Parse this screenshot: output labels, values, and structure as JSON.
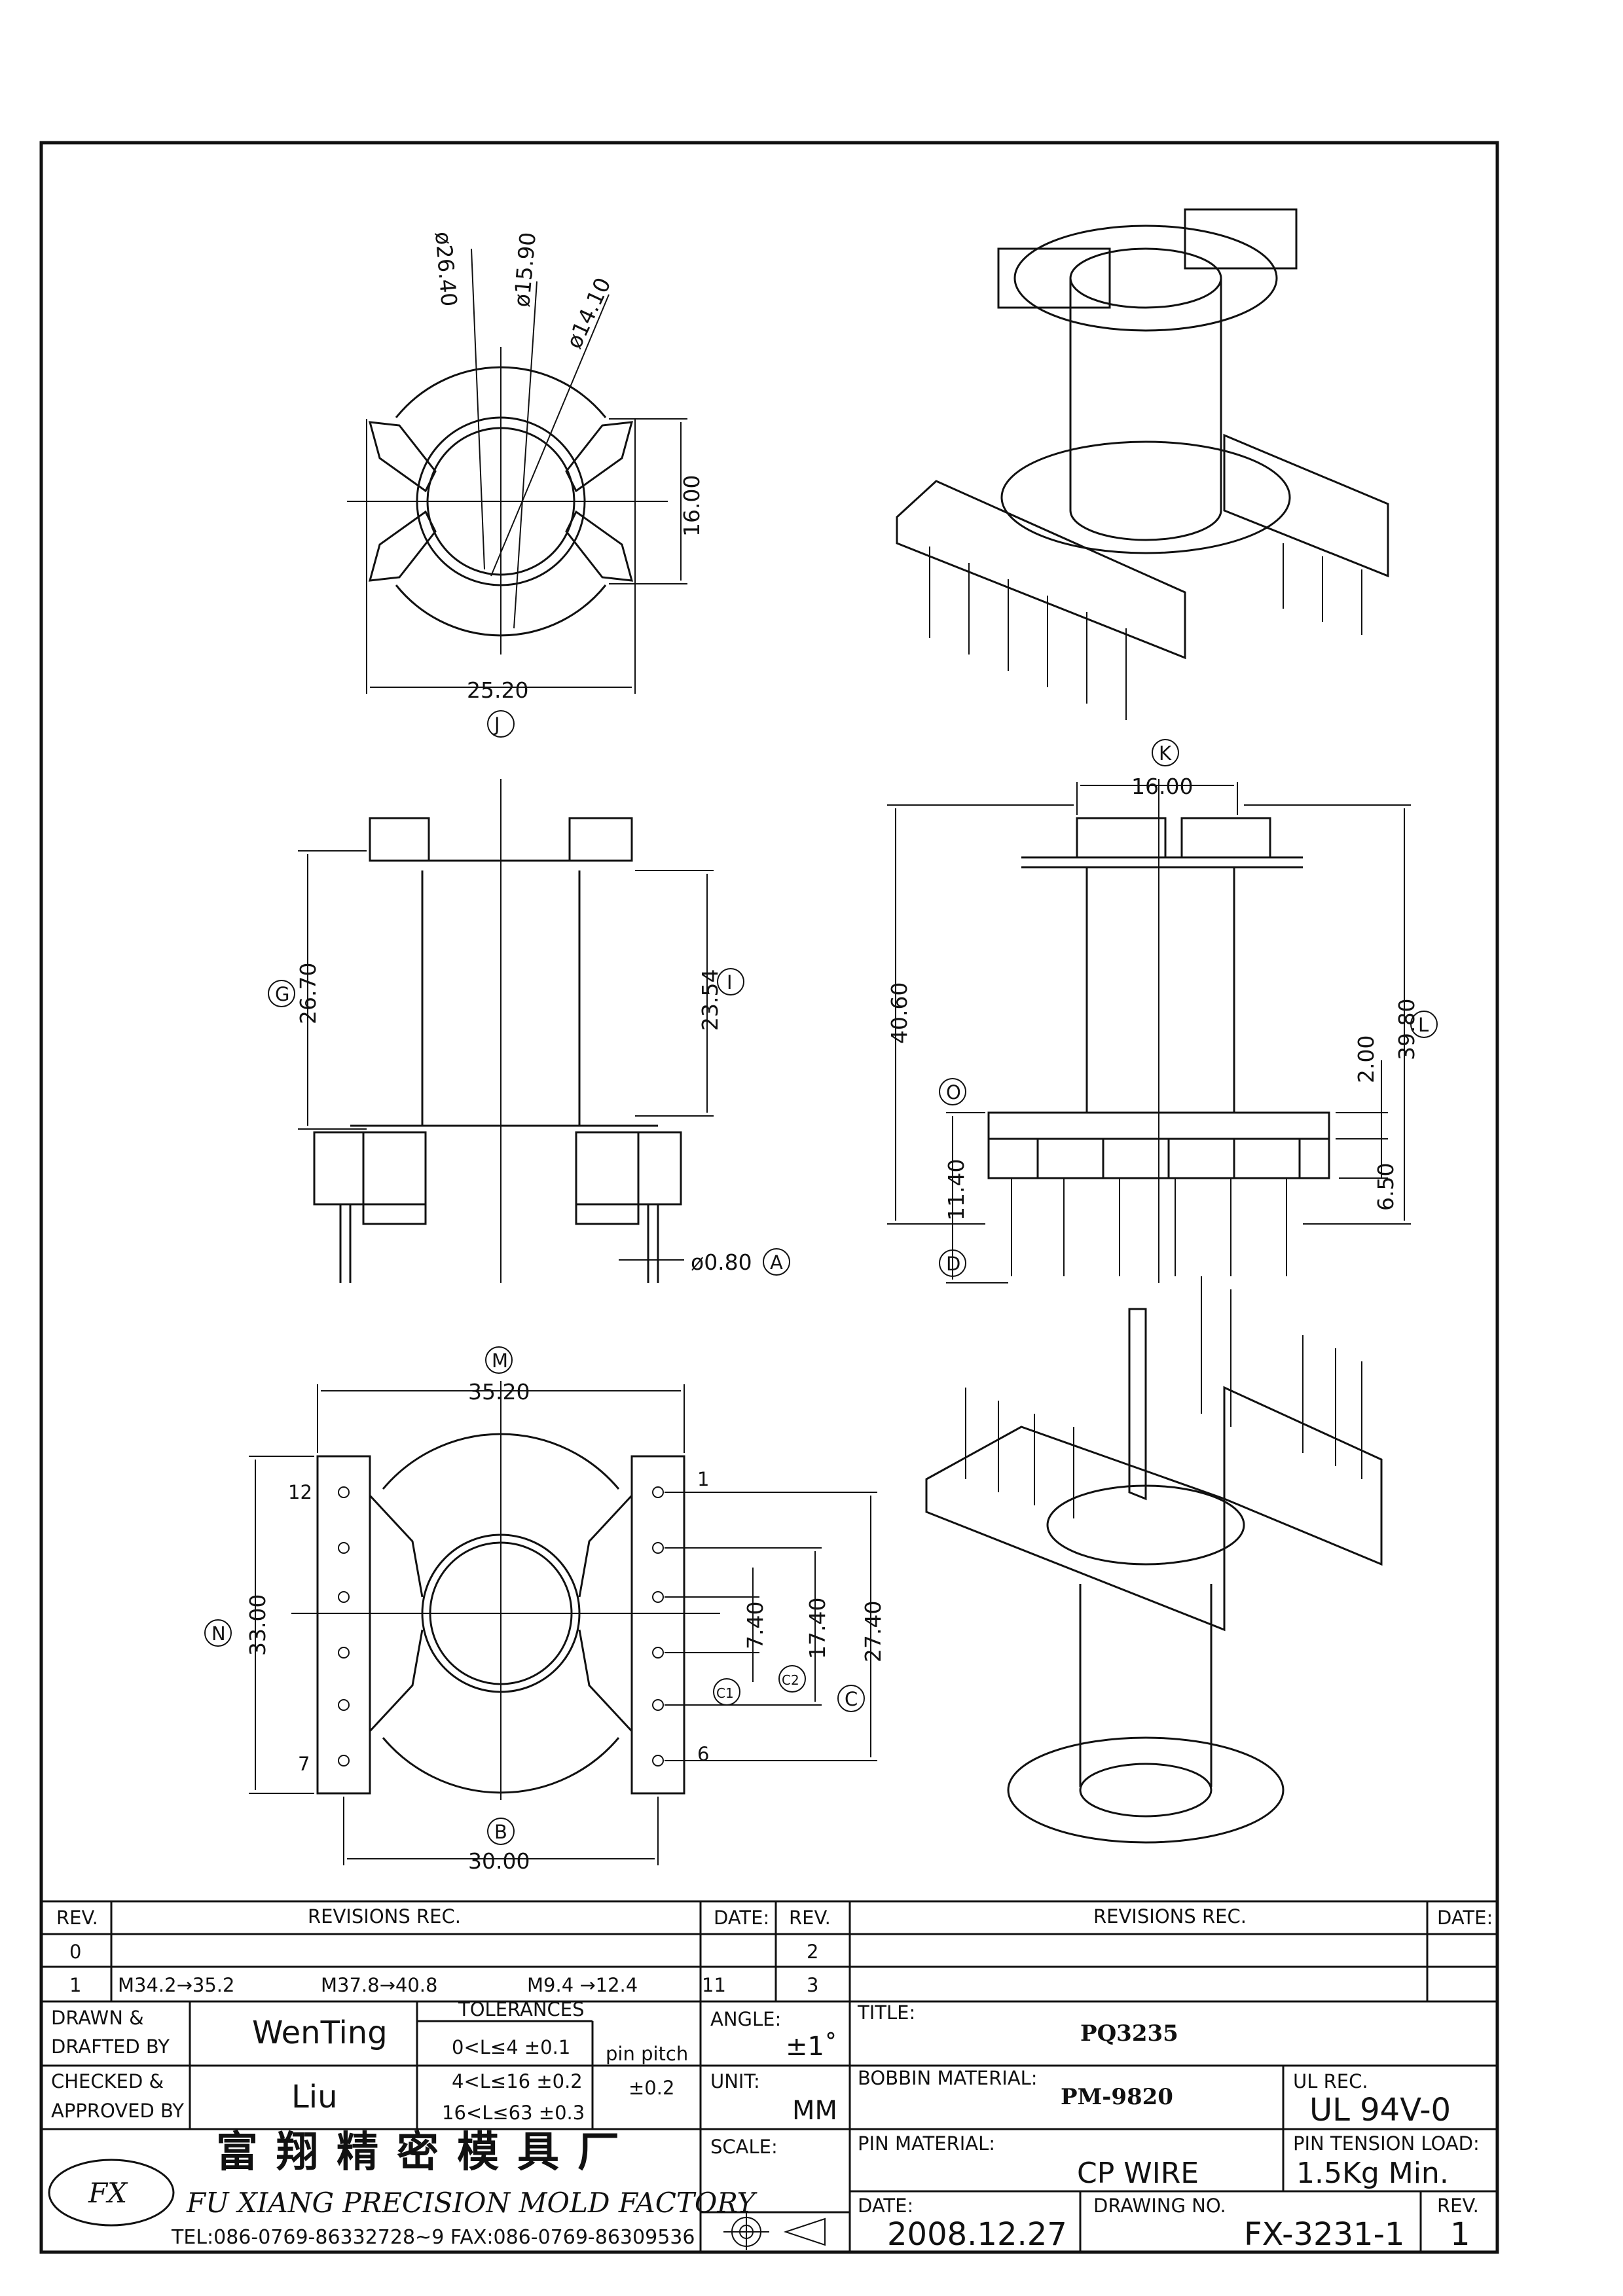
{
  "top_view": {
    "dia_outer": "ø26.40",
    "dia_mid": "ø15.90",
    "dia_inner": "ø14.10",
    "height": "16.00",
    "width": "25.20",
    "label": "J"
  },
  "side_view": {
    "height": "26.70",
    "height_label": "G",
    "inner": "23.54",
    "inner_label": "I",
    "pin_dia": "ø0.80",
    "pin_label": "A"
  },
  "front_view": {
    "width": "16.00",
    "width_label": "K",
    "total": "40.60",
    "right": "39.80",
    "right_label": "L",
    "flange": "2.00",
    "base": "11.40",
    "base_label": "O",
    "pins": "6.50",
    "d_label": "D"
  },
  "bottom_view": {
    "width": "35.20",
    "width_label": "M",
    "height": "33.00",
    "height_label": "N",
    "pitch": "7.40",
    "pitch2": "17.40",
    "span": "27.40",
    "span_label": "C",
    "bottom": "30.00",
    "bottom_label": "B",
    "c1": "C1",
    "c2": "C2",
    "pin1": "1",
    "pin6": "6",
    "pin7": "7",
    "pin12": "12"
  },
  "revisions": {
    "left_header": {
      "rev": "REV.",
      "rec": "REVISIONS   REC.",
      "date": "DATE:"
    },
    "right_header": {
      "rev": "REV.",
      "rec": "REVISIONS   REC.",
      "date": "DATE:"
    },
    "rows": [
      {
        "rev": "0",
        "rec": "",
        "date": "",
        "rev2": "2"
      },
      {
        "rev": "1",
        "rec1": "M34.2→35.2",
        "rec2": "M37.8→40.8",
        "rec3": "M9.4 →12.4",
        "date": "11",
        "rev2": "3"
      }
    ]
  },
  "title_block": {
    "drawn_label": "DRAWN &",
    "drafted_label": "DRAFTED BY",
    "drawn_by": "WenTing",
    "checked_label": "CHECKED &",
    "approved_label": "APPROVED BY",
    "approved_by": "Liu",
    "tolerances_label": "TOLERANCES",
    "tol_1": "0<L≤4   ±0.1",
    "tol_2": "4<L≤16  ±0.2",
    "tol_3": "16<L≤63  ±0.3",
    "pin_pitch_label": "pin pitch",
    "pin_pitch": "±0.2",
    "angle_label": "ANGLE:",
    "angle": "±1˚",
    "unit_label": "UNIT:",
    "unit": "MM",
    "scale_label": "SCALE:",
    "title_label": "TITLE:",
    "title": "PQ3235",
    "bobbin_label": "BOBBIN MATERIAL:",
    "bobbin": "PM-9820",
    "ul_label": "UL REC.",
    "ul": "UL 94V-0",
    "pin_material_label": "PIN MATERIAL:",
    "pin_material": "CP WIRE",
    "pin_tension_label": "PIN TENSION LOAD:",
    "pin_tension": "1.5Kg Min.",
    "date_label": "DATE:",
    "date": "2008.12.27",
    "drawing_no_label": "DRAWING NO.",
    "drawing_no": "FX-3231-1",
    "rev_label": "REV.",
    "rev": "1",
    "company_cn": "富翔精密模具厂",
    "company_en": "FU XIANG PRECISION MOLD FACTORY",
    "tel": "TEL:086-0769-86332728~9  FAX:086-0769-86309536",
    "logo_text": "FX"
  }
}
